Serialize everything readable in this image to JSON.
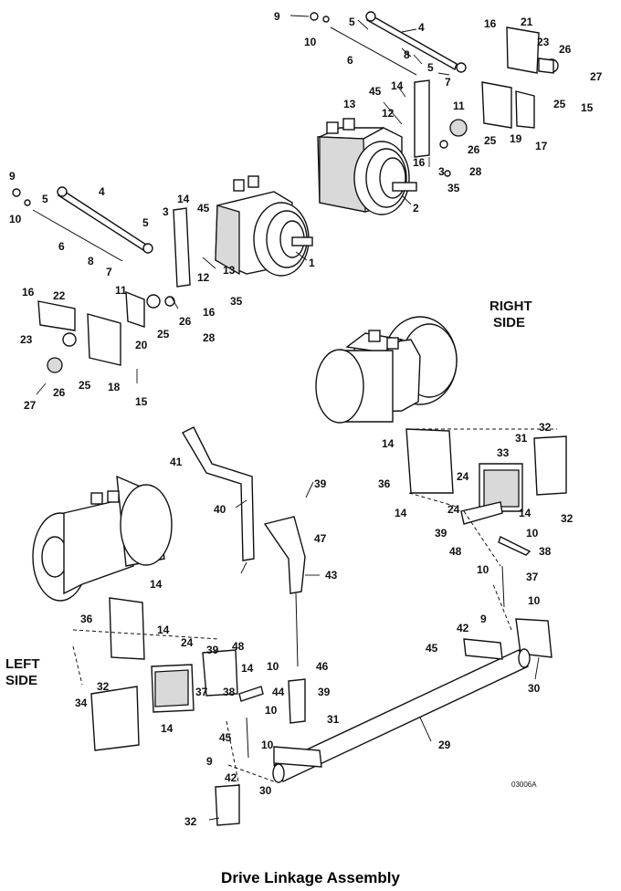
{
  "caption": "Drive Linkage Assembly",
  "drawing_code": "03006A",
  "side_labels": {
    "right": [
      "RIGHT",
      "SIDE"
    ],
    "left": [
      "LEFT",
      "SIDE"
    ]
  },
  "callouts": {
    "top_right": [
      "9",
      "10",
      "5",
      "4",
      "6",
      "8",
      "5",
      "7",
      "16",
      "21",
      "23",
      "26",
      "27",
      "25",
      "15",
      "14",
      "45",
      "11",
      "13",
      "12",
      "25",
      "19",
      "17",
      "26",
      "16",
      "3",
      "28",
      "35",
      "2"
    ],
    "top_left": [
      "9",
      "10",
      "5",
      "4",
      "6",
      "3",
      "14",
      "45",
      "5",
      "8",
      "7",
      "12",
      "13",
      "1",
      "16",
      "22",
      "11",
      "23",
      "20",
      "25",
      "26",
      "16",
      "28",
      "35",
      "25",
      "18",
      "27",
      "26",
      "15"
    ],
    "bottom": [
      "41",
      "40",
      "39",
      "47",
      "43",
      "14",
      "36",
      "14",
      "31",
      "32",
      "33",
      "24",
      "14",
      "24",
      "48",
      "39",
      "10",
      "38",
      "10",
      "37",
      "32",
      "10",
      "9",
      "42",
      "45",
      "30",
      "29",
      "14",
      "36",
      "14",
      "24",
      "39",
      "48",
      "10",
      "14",
      "38",
      "10",
      "46",
      "44",
      "39",
      "31",
      "32",
      "34",
      "14",
      "37",
      "45",
      "10",
      "9",
      "42",
      "30",
      "32"
    ]
  }
}
